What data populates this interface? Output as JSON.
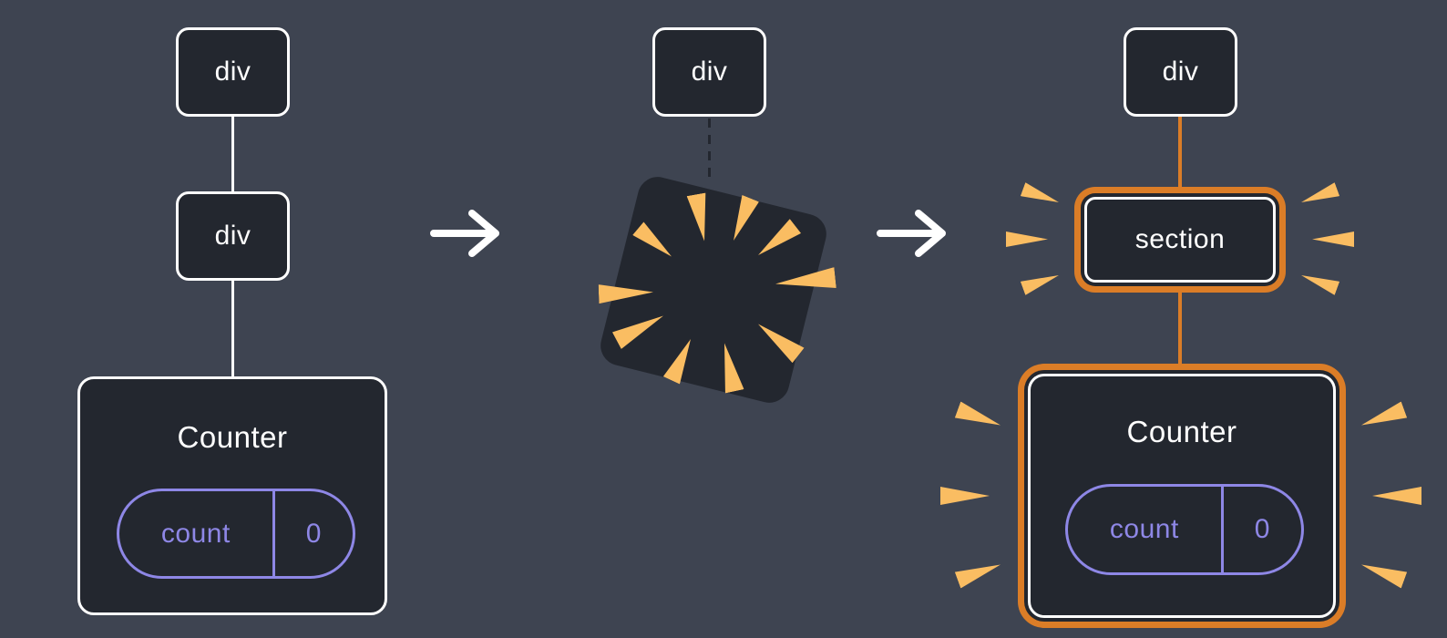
{
  "colors": {
    "background": "#3E4451",
    "node_fill": "#23272F",
    "node_border": "#FFFFFF",
    "node_text": "#FFFFFF",
    "state_accent": "#8E87E6",
    "highlight_orange": "#DB7D27",
    "spark_orange": "#FABD62"
  },
  "icons": {
    "arrow_right": "→",
    "poof_burst": "✺"
  },
  "panels": {
    "before": {
      "root_label": "div",
      "child_label": "div",
      "component": {
        "name": "Counter",
        "state_key": "count",
        "state_value": "0"
      }
    },
    "during": {
      "root_label": "div"
    },
    "after": {
      "root_label": "div",
      "replacement_label": "section",
      "component": {
        "name": "Counter",
        "state_key": "count",
        "state_value": "0"
      }
    }
  }
}
